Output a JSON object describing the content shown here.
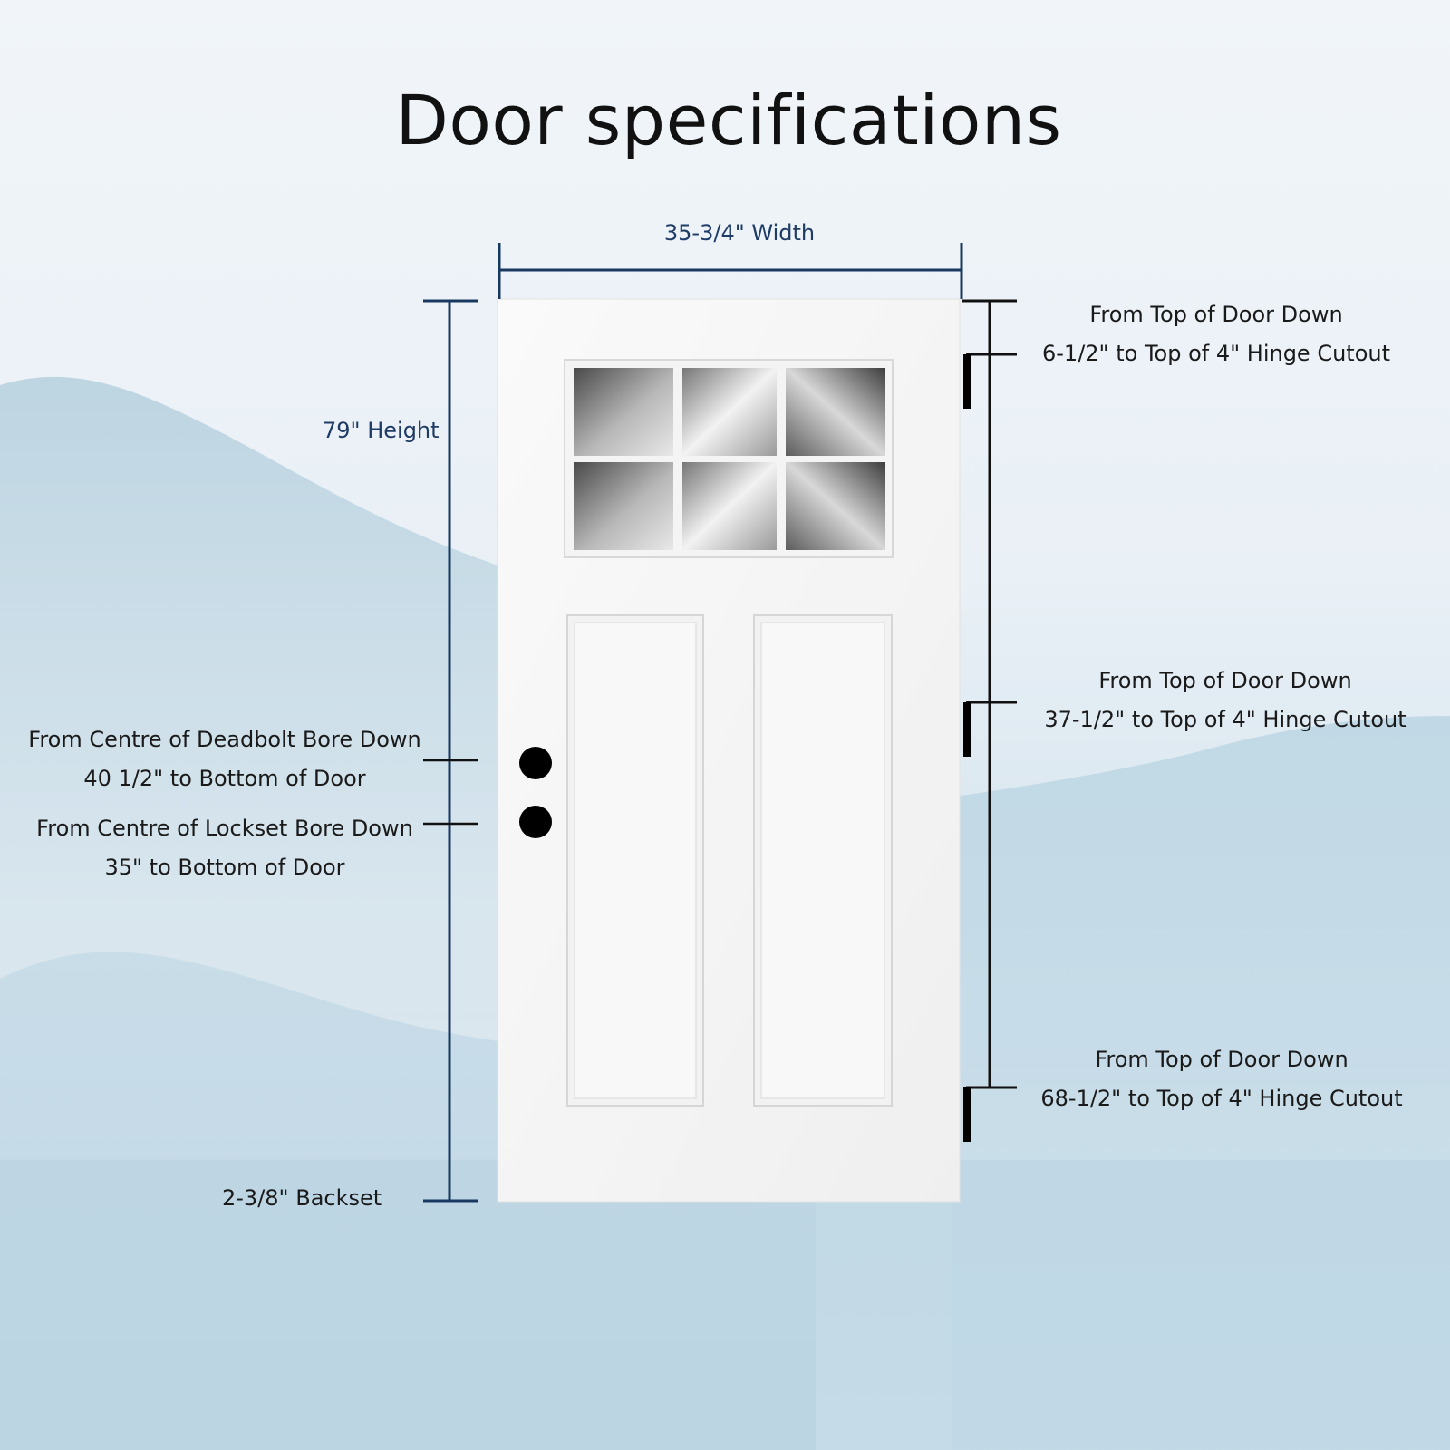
{
  "title": "Door specifications",
  "width_label": "35-3/4\" Width",
  "height_label": "79\" Height",
  "deadbolt": {
    "line1": "From Centre of Deadbolt Bore Down",
    "line2": "40 1/2\" to Bottom of Door"
  },
  "lockset": {
    "line1": "From Centre of Lockset Bore Down",
    "line2": "35\" to Bottom of Door"
  },
  "backset_label": "2-3/8\" Backset",
  "hinges": [
    {
      "line1": "From Top of Door Down",
      "line2": "6-1/2\" to Top of 4\" Hinge Cutout"
    },
    {
      "line1": "From Top of Door Down",
      "line2": "37-1/2\" to Top of 4\" Hinge Cutout"
    },
    {
      "line1": "From Top of Door Down",
      "line2": "68-1/2\" to Top of 4\" Hinge Cutout"
    }
  ],
  "colors": {
    "dimension_line": "#17385f",
    "dimension_text": "#1f3c66",
    "hinge_line": "#111111",
    "door": "#f7f7f7",
    "bore": "#000000"
  }
}
